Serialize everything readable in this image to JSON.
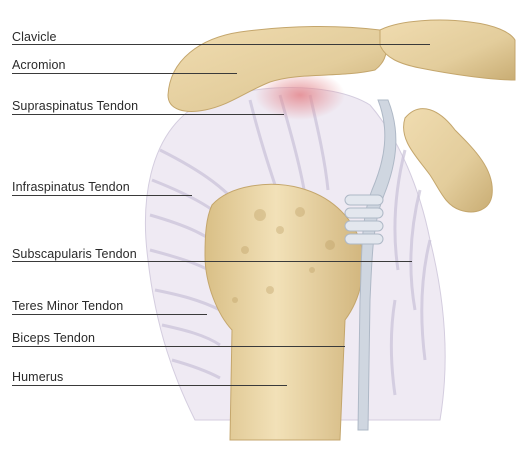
{
  "labels": {
    "clavicle": "Clavicle",
    "acromion": "Acromion",
    "supraspinatus": "Supraspinatus Tendon",
    "infraspinatus": "Infraspinatus Tendon",
    "subscapularis": "Subscapularis Tendon",
    "teres_minor": "Teres Minor Tendon",
    "biceps": "Biceps Tendon",
    "humerus": "Humerus"
  },
  "colors": {
    "bone": "#e3cd9c",
    "bone_shadow": "#c9ad74",
    "tendon": "#efeaf3",
    "tendon_stripe": "#c9c2d8",
    "biceps_tendon": "#cfd6e0",
    "highlight_red": "#e8a0a4",
    "label_text": "#2a2a2a",
    "leader_line": "#3a3a3a"
  }
}
